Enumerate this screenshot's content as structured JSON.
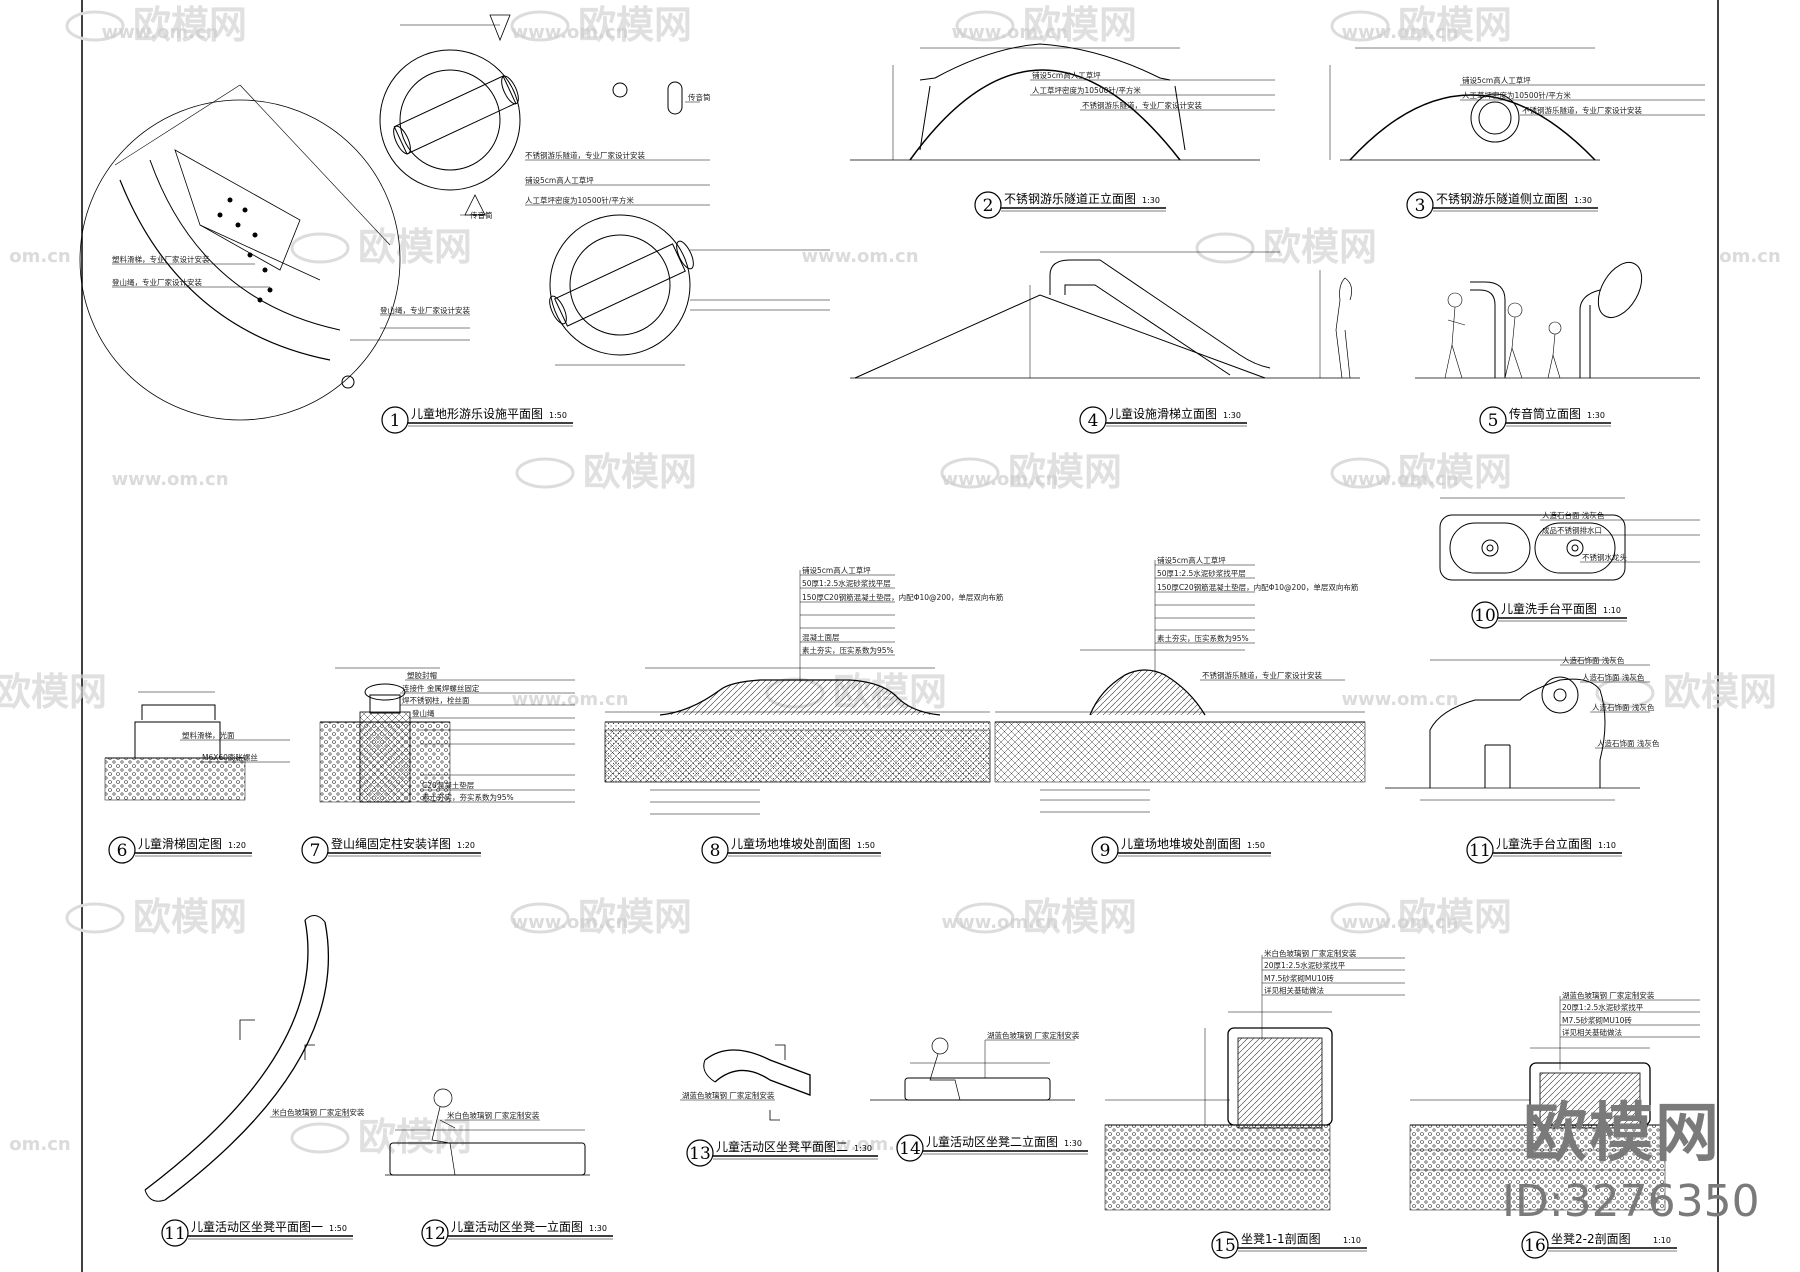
{
  "watermark": {
    "brand": "欧模网",
    "url": "www.om.cn",
    "url_short": "om.cn"
  },
  "brand_badge": {
    "name": "欧模网",
    "id": "ID:3276350"
  },
  "drawings": [
    {
      "num": "1",
      "title": "儿童地形游乐设施平面图",
      "scale": "1:50"
    },
    {
      "num": "2",
      "title": "不锈钢游乐隧道正立面图",
      "scale": "1:30"
    },
    {
      "num": "3",
      "title": "不锈钢游乐隧道侧立面图",
      "scale": "1:30"
    },
    {
      "num": "4",
      "title": "儿童设施滑梯立面图",
      "scale": "1:30"
    },
    {
      "num": "5",
      "title": "传音筒立面图",
      "scale": "1:30"
    },
    {
      "num": "6",
      "title": "儿童滑梯固定图",
      "scale": "1:20"
    },
    {
      "num": "7",
      "title": "登山绳固定柱安装详图",
      "scale": "1:20"
    },
    {
      "num": "8",
      "title": "儿童场地堆坡处剖面图",
      "scale": "1:50"
    },
    {
      "num": "9",
      "title": "儿童场地堆坡处剖面图",
      "scale": "1:50"
    },
    {
      "num": "10",
      "title": "儿童洗手台平面图",
      "scale": "1:10"
    },
    {
      "num": "11",
      "title": "儿童洗手台立面图",
      "scale": "1:10"
    },
    {
      "num": "11",
      "title": "儿童活动区坐凳平面图一",
      "scale": "1:50"
    },
    {
      "num": "12",
      "title": "儿童活动区坐凳一立面图",
      "scale": "1:30"
    },
    {
      "num": "13",
      "title": "儿童活动区坐凳平面图二",
      "scale": "1:30"
    },
    {
      "num": "14",
      "title": "儿童活动区坐凳二立面图",
      "scale": "1:30"
    },
    {
      "num": "15",
      "title": "坐凳1-1剖面图",
      "scale": "1:10"
    },
    {
      "num": "16",
      "title": "坐凳2-2剖面图",
      "scale": "1:10"
    }
  ],
  "notes": {
    "d1": [
      "塑料滑梯，专业厂家设计安装",
      "登山绳，专业厂家设计安装",
      "不锈钢游乐隧道，专业厂家设计安装",
      "铺设5cm高人工草坪",
      "人工草坪密度为10500针/平方米",
      "登山绳，专业厂家设计安装",
      "传音筒",
      "传音筒"
    ],
    "d2": [
      "铺设5cm高人工草坪",
      "人工草坪密度为10500针/平方米",
      "不锈钢游乐隧道，专业厂家设计安装"
    ],
    "d3": [
      "铺设5cm高人工草坪",
      "人工草坪密度为10500针/平方米",
      "不锈钢游乐隧道，专业厂家设计安装"
    ],
    "d6": [
      "塑料滑梯，光面",
      "M6X60膨胀螺丝"
    ],
    "d7": [
      "塑胶封帽",
      "连接件 金属焊螺丝固定",
      "焊不锈钢柱，栓丝面",
      "登山绳",
      "C20混凝土垫层",
      "素土夯实，夯实系数为95%"
    ],
    "d8": [
      "铺设5cm高人工草坪",
      "50厚1:2.5水泥砂浆找平层",
      "150厚C20钢筋混凝土垫层，内配Φ10@200，单层双向布筋",
      "混凝土面层",
      "素土夯实，压实系数为95%"
    ],
    "d9": [
      "铺设5cm高人工草坪",
      "50厚1:2.5水泥砂浆找平层",
      "150厚C20钢筋混凝土垫层，内配Φ10@200，单层双向布筋",
      "素土夯实，压实系数为95%",
      "不锈钢游乐隧道，专业厂家设计安装"
    ],
    "d10": [
      "人造石台面 浅灰色",
      "成品不锈钢排水口",
      "不锈钢水龙头"
    ],
    "d11": [
      "人造石饰面 浅灰色",
      "人造石饰面 浅灰色",
      "人造石饰面 浅灰色",
      "人造石饰面 浅灰色"
    ],
    "d12": [
      "米白色玻璃钢 厂家定制安装"
    ],
    "d11b": [
      "米白色玻璃钢 厂家定制安装"
    ],
    "d13": [
      "湖蓝色玻璃钢 厂家定制安装"
    ],
    "d14": [
      "湖蓝色玻璃钢 厂家定制安装"
    ],
    "d15": [
      "米白色玻璃钢 厂家定制安装",
      "20厚1:2.5水泥砂浆找平",
      "M7.5砂浆砌MU10砖",
      "详见相关基础做法"
    ],
    "d16": [
      "湖蓝色玻璃钢 厂家定制安装",
      "20厚1:2.5水泥砂浆找平",
      "M7.5砂浆砌MU10砖",
      "详见相关基础做法"
    ]
  }
}
